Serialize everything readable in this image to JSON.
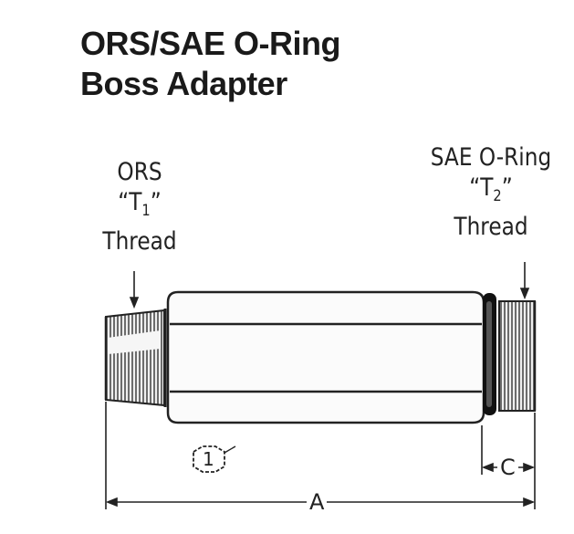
{
  "title": {
    "line1": "ORS/SAE O-Ring",
    "line2": "Boss Adapter"
  },
  "left_end": {
    "name": "ORS",
    "thread_quote_open": "“T",
    "thread_sub": "1",
    "thread_quote_close": "”",
    "thread_word": "Thread"
  },
  "right_end": {
    "name": "SAE O-Ring",
    "thread_quote_open": "“T",
    "thread_sub": "2",
    "thread_quote_close": "”",
    "thread_word": "Thread"
  },
  "dimensions": {
    "overall": "A",
    "port_length": "C",
    "hex_callout": "1"
  }
}
